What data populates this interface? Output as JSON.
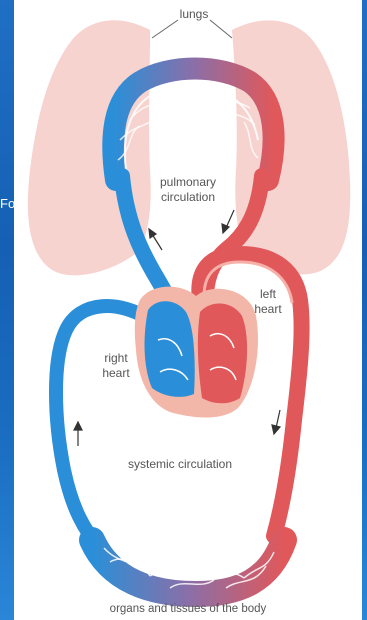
{
  "background": {
    "clipped_text": "Fo"
  },
  "diagram": {
    "labels": {
      "lungs": "lungs",
      "pulmonary_line1": "pulmonary",
      "pulmonary_line2": "circulation",
      "left_heart_line1": "left",
      "left_heart_line2": "heart",
      "right_heart_line1": "right",
      "right_heart_line2": "heart",
      "systemic": "systemic circulation",
      "organs": "organs and tissues of the body"
    },
    "colors": {
      "deoxygenated": "#2a8fd8",
      "oxygenated": "#e0585a",
      "lungs": "#f6d3cf",
      "heart_tissue": "#f2b7a8"
    }
  }
}
